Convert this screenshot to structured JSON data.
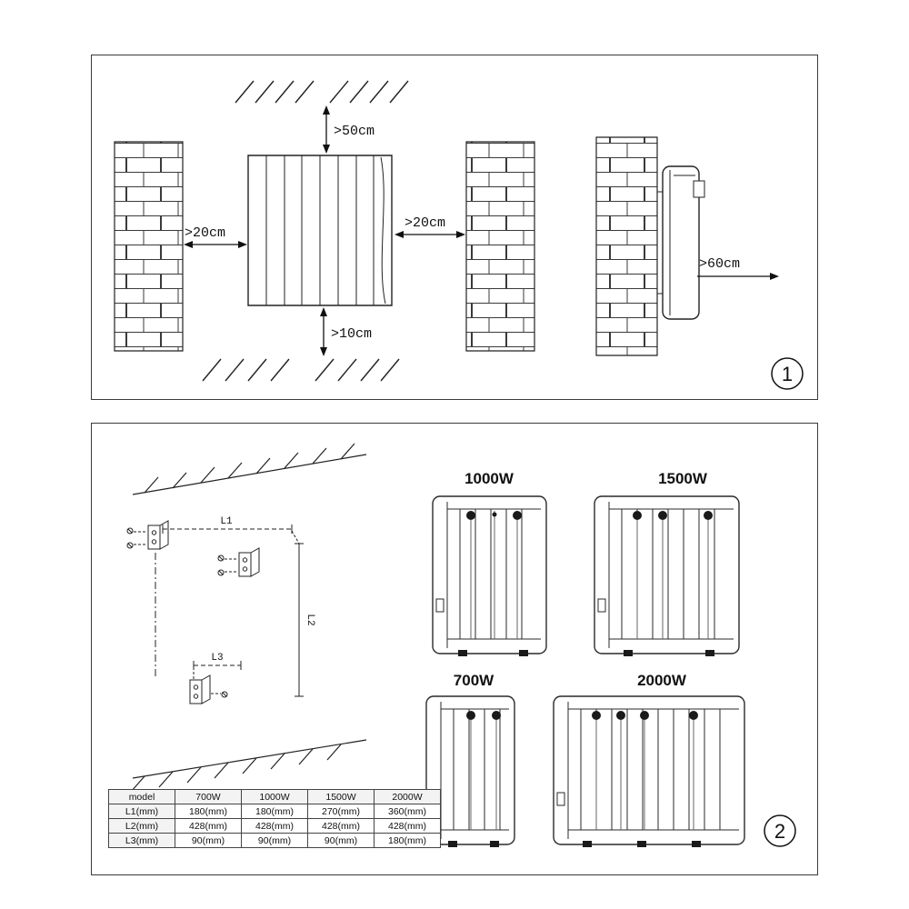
{
  "panel1": {
    "badge": "1",
    "clearances": {
      "top": ">50cm",
      "left": ">20cm",
      "right": ">20cm",
      "bottom": ">10cm",
      "front": ">60cm"
    }
  },
  "panel2": {
    "badge": "2",
    "dims": {
      "l1": "L1",
      "l2": "L2",
      "l3": "L3"
    },
    "heaters": [
      {
        "label": "1000W"
      },
      {
        "label": "1500W"
      },
      {
        "label": "700W"
      },
      {
        "label": "2000W"
      }
    ],
    "table": {
      "headers": [
        "model",
        "700W",
        "1000W",
        "1500W",
        "2000W"
      ],
      "rows": [
        [
          "L1(mm)",
          "180(mm)",
          "180(mm)",
          "270(mm)",
          "360(mm)"
        ],
        [
          "L2(mm)",
          "428(mm)",
          "428(mm)",
          "428(mm)",
          "428(mm)"
        ],
        [
          "L3(mm)",
          "90(mm)",
          "90(mm)",
          "90(mm)",
          "180(mm)"
        ]
      ]
    }
  }
}
